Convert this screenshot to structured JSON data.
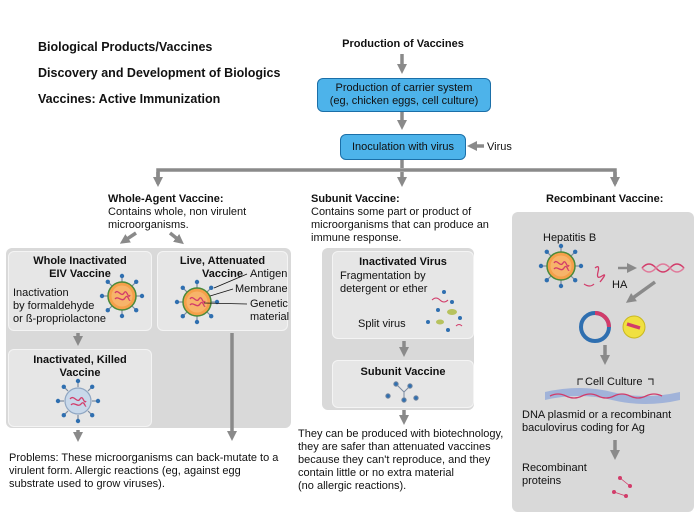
{
  "titles": {
    "line1": "Biological Products/Vaccines",
    "line2": "Discovery and Development of Biologics",
    "line3": "Vaccines: Active Immunization"
  },
  "production": {
    "heading": "Production of Vaccines",
    "carrier_line1": "Production of carrier system",
    "carrier_line2": "(eg, chicken eggs, cell culture)",
    "inoculation": "Inoculation with virus",
    "virus_label": "Virus"
  },
  "whole_agent": {
    "heading": "Whole-Agent Vaccine:",
    "desc1": "Contains whole, non virulent",
    "desc2": "microorganisms.",
    "inactivated_title1": "Whole Inactivated",
    "inactivated_title2": "EIV Vaccine",
    "inact_text1": "Inactivation",
    "inact_text2": "by formaldehyde",
    "inact_text3": "or ß-propriolactone",
    "live_title": "Live, Attenuated Vaccine",
    "label_antigen": "Antigen",
    "label_membrane": "Membrane",
    "label_genetic1": "Genetic",
    "label_genetic2": "material",
    "killed_title1": "Inactivated, Killed",
    "killed_title2": "Vaccine",
    "problems1": "Problems: These microorganisms can back-mutate to a",
    "problems2": "virulent form. Allergic reactions (eg, against egg",
    "problems3": "substrate used to grow viruses)."
  },
  "subunit": {
    "heading": "Subunit Vaccine:",
    "desc1": "Contains some part or product of",
    "desc2": "microorganisms that can produce an",
    "desc3": "immune response.",
    "inact_title": "Inactivated Virus",
    "frag1": "Fragmentation by",
    "frag2": "detergent or ether",
    "split": "Split virus",
    "subunit_title": "Subunit Vaccine",
    "footer1": "They can be produced with biotechnology,",
    "footer2": "they are safer than attenuated vaccines",
    "footer3": "because they can't reproduce, and they",
    "footer4": "contain little or no extra material",
    "footer5": "(no allergic reactions)."
  },
  "recombinant": {
    "heading": "Recombinant Vaccine:",
    "hepatitis": "Hepatitis B",
    "ha": "HA",
    "cell_culture": "Cell Culture",
    "plasmid1": "DNA plasmid or a recombinant",
    "plasmid2": "baculovirus coding for Ag",
    "proteins1": "Recombinant",
    "proteins2": "proteins"
  },
  "colors": {
    "blue_box": "#4db3ea",
    "arrow": "#8a8a8a",
    "panel": "#d9d9d9",
    "virus_core": "#f5a04a",
    "virus_spike": "#2f6fb0",
    "rna": "#d23c6a"
  }
}
